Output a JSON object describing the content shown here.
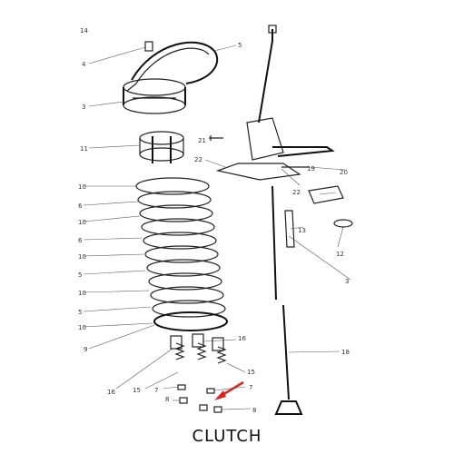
{
  "caption": "CLUTCH",
  "labels": {
    "l4": "4",
    "l5_top": "5",
    "l3a": "3",
    "l11": "11",
    "l21": "21",
    "l22a": "22",
    "l22b": "22",
    "l19": "19",
    "l20": "20",
    "l13": "13",
    "l12": "12",
    "l10a": "10",
    "l6a": "6",
    "l10b": "10",
    "l6b": "6",
    "l10c": "10",
    "l5a": "5",
    "l10d": "10",
    "l5b": "5",
    "l10e": "10",
    "l9": "9",
    "l3b": "3",
    "l18": "18",
    "l16a": "16",
    "l16b": "16",
    "l15a": "15",
    "l15b": "15",
    "l7a": "7",
    "l7b": "7",
    "l8a": "8",
    "l8b": "8",
    "l14": "14"
  },
  "colors": {
    "ink": "#222222",
    "arrow": "#d8261c"
  }
}
